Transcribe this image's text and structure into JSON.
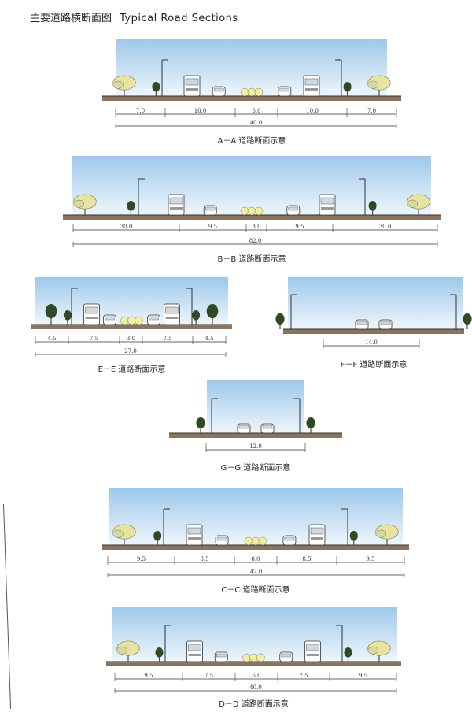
{
  "title": {
    "zh": "主要道路横断面图",
    "en": "Typical Road Sections"
  },
  "sections": [
    {
      "id": "A",
      "caption": "A－A 道路断面示意",
      "segments": [
        "7.0",
        "10.0",
        "6.0",
        "10.0",
        "7.0"
      ],
      "total": "40.0"
    },
    {
      "id": "B",
      "caption": "B－B 道路断面示意",
      "segments": [
        "30.0",
        "9.5",
        "3.0",
        "9.5",
        "30.0"
      ],
      "total": "82.0"
    },
    {
      "id": "E",
      "caption": "E－E 道路断面示意",
      "segments": [
        "4.5",
        "7.5",
        "3.0",
        "7.5",
        "4.5"
      ],
      "total": "27.0"
    },
    {
      "id": "F",
      "caption": "F－F 道路断面示意",
      "segments": [
        "14.0"
      ],
      "total": ""
    },
    {
      "id": "G",
      "caption": "G－G 道路断面示意",
      "segments": [
        "12.0"
      ],
      "total": ""
    },
    {
      "id": "C",
      "caption": "C－C 道路断面示意",
      "segments": [
        "9.5",
        "8.5",
        "6.0",
        "8.5",
        "9.5"
      ],
      "total": "42.0"
    },
    {
      "id": "D",
      "caption": "D－D 道路断面示意",
      "segments": [
        "9.5",
        "7.5",
        "6.0",
        "7.5",
        "9.5"
      ],
      "total": "40.0"
    }
  ],
  "colors": {
    "sky_top": "#9ec8ea",
    "sky_bottom": "#eef6fc",
    "ground": "#8a7460",
    "tree": "#5a8a3c",
    "tree_yellow": "#e8e3a0"
  }
}
